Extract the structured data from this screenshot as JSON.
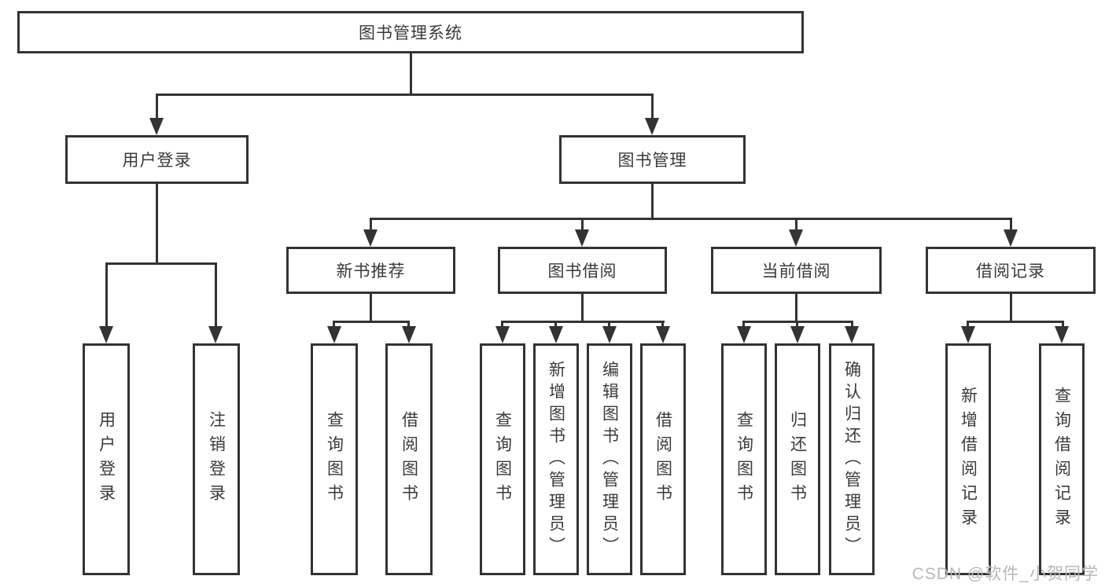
{
  "diagram": {
    "type": "hierarchy-tree",
    "title": "图书管理系统",
    "branches": [
      {
        "label": "用户登录",
        "children": [
          {
            "label": "用户登录"
          },
          {
            "label": "注销登录"
          }
        ]
      },
      {
        "label": "图书管理",
        "children": [
          {
            "label": "新书推荐",
            "children": [
              {
                "label": "查询图书"
              },
              {
                "label": "借阅图书"
              }
            ]
          },
          {
            "label": "图书借阅",
            "children": [
              {
                "label": "查询图书"
              },
              {
                "label": "新增图书（管理员）"
              },
              {
                "label": "编辑图书（管理员）"
              },
              {
                "label": "借阅图书"
              }
            ]
          },
          {
            "label": "当前借阅",
            "children": [
              {
                "label": "查询图书"
              },
              {
                "label": "归还图书"
              },
              {
                "label": "确认归还（管理员）"
              }
            ]
          },
          {
            "label": "借阅记录",
            "children": [
              {
                "label": "新增借阅记录"
              },
              {
                "label": "查询借阅记录"
              }
            ]
          }
        ]
      }
    ],
    "colors": {
      "line": "#333333",
      "text": "#3a3a3a",
      "background": "#ffffff",
      "watermark": "#b4b7bc"
    }
  },
  "watermark": {
    "text": "CSDN @软件_小贺同学"
  }
}
